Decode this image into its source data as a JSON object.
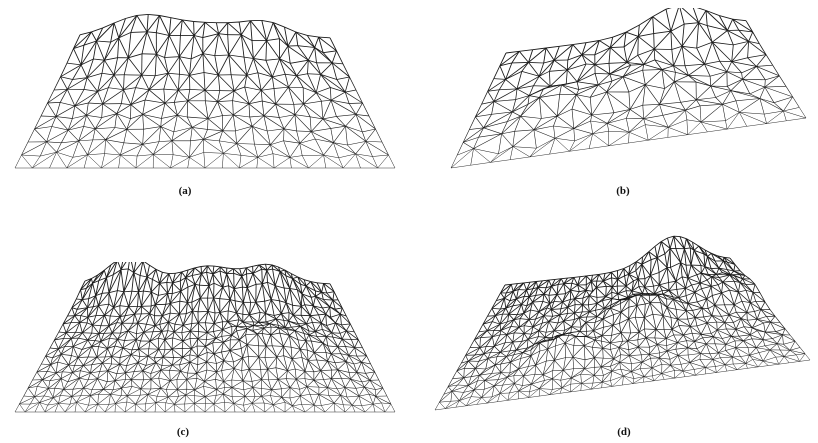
{
  "panels": [
    {
      "id": "a",
      "caption": "(a)"
    },
    {
      "id": "b",
      "caption": "(b)"
    },
    {
      "id": "c",
      "caption": "(c)"
    },
    {
      "id": "d",
      "caption": "(d)"
    }
  ],
  "colors": {
    "wire": "#1a1a1a",
    "background": "#ffffff"
  }
}
